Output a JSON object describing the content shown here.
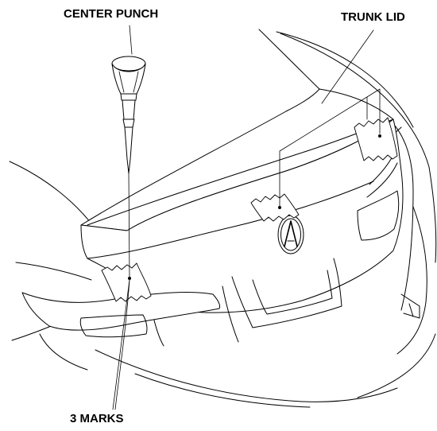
{
  "labels": {
    "center_punch": "CENTER PUNCH",
    "trunk_lid": "TRUNK LID",
    "marks": "3 MARKS"
  }
}
